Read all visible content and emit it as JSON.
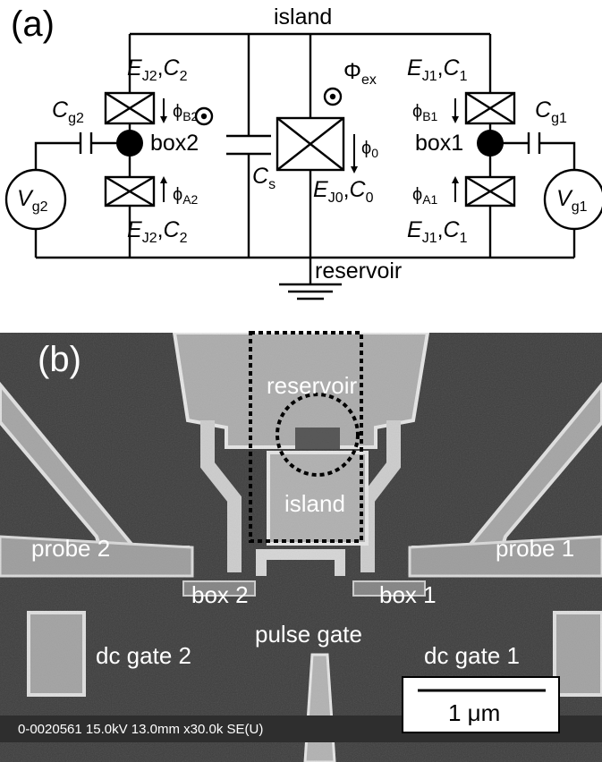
{
  "panel_a": {
    "panel_label": "(a)",
    "top_label": "island",
    "bottom_label": "reservoir",
    "left": {
      "top_junction": {
        "E_main": "E",
        "E_sub": "J2",
        "C_main": "C",
        "C_sub": "2"
      },
      "bottom_junction": {
        "E_main": "E",
        "E_sub": "J2",
        "C_main": "C",
        "C_sub": "2"
      },
      "phi_B": {
        "main": "ϕ",
        "sub": "B2"
      },
      "phi_A": {
        "main": "ϕ",
        "sub": "A2"
      },
      "box_label": "box2",
      "gate_cap": {
        "main": "C",
        "sub": "g2"
      },
      "source": {
        "main": "V",
        "sub": "g2"
      }
    },
    "center": {
      "flux": {
        "main": "Φ",
        "sub": "ex"
      },
      "phi_0": {
        "main": "ϕ",
        "sub": "0"
      },
      "shunt_cap": {
        "main": "C",
        "sub": "s"
      },
      "junction": {
        "E_main": "E",
        "E_sub": "J0",
        "C_main": "C",
        "C_sub": "0"
      }
    },
    "right": {
      "top_junction": {
        "E_main": "E",
        "E_sub": "J1",
        "C_main": "C",
        "C_sub": "1"
      },
      "bottom_junction": {
        "E_main": "E",
        "E_sub": "J1",
        "C_main": "C",
        "C_sub": "1"
      },
      "phi_B": {
        "main": "ϕ",
        "sub": "B1"
      },
      "phi_A": {
        "main": "ϕ",
        "sub": "A1"
      },
      "box_label": "box1",
      "gate_cap": {
        "main": "C",
        "sub": "g1"
      },
      "source": {
        "main": "V",
        "sub": "g1"
      }
    }
  },
  "panel_b": {
    "panel_label": "(b)",
    "labels": {
      "reservoir": "reservoir",
      "island": "island",
      "probe_2": "probe 2",
      "probe_1": "probe 1",
      "box_2": "box 2",
      "box_1": "box 1",
      "pulse_gate": "pulse gate",
      "dc_gate_2": "dc gate 2",
      "dc_gate_1": "dc gate 1"
    },
    "scale_bar": "1 μm",
    "sem_info": "0-0020561 15.0kV 13.0mm x30.0k SE(U)",
    "colors": {
      "background": "#3c3c3c",
      "metal": "#a9a9a9",
      "metal_edge": "#e2e2e2"
    }
  }
}
